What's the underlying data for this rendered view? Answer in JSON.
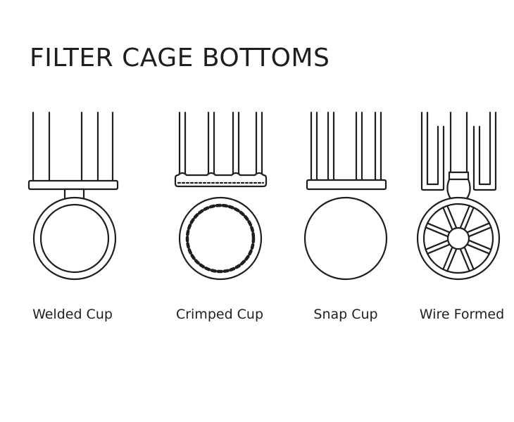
{
  "title": "FILTER CAGE BOTTOMS",
  "items": [
    {
      "label": "Welded Cup"
    },
    {
      "label": "Crimped Cup"
    },
    {
      "label": "Snap Cup"
    },
    {
      "label": "Wire Formed"
    }
  ],
  "colors": {
    "line": "#1e1e1e",
    "background": "#ffffff"
  }
}
